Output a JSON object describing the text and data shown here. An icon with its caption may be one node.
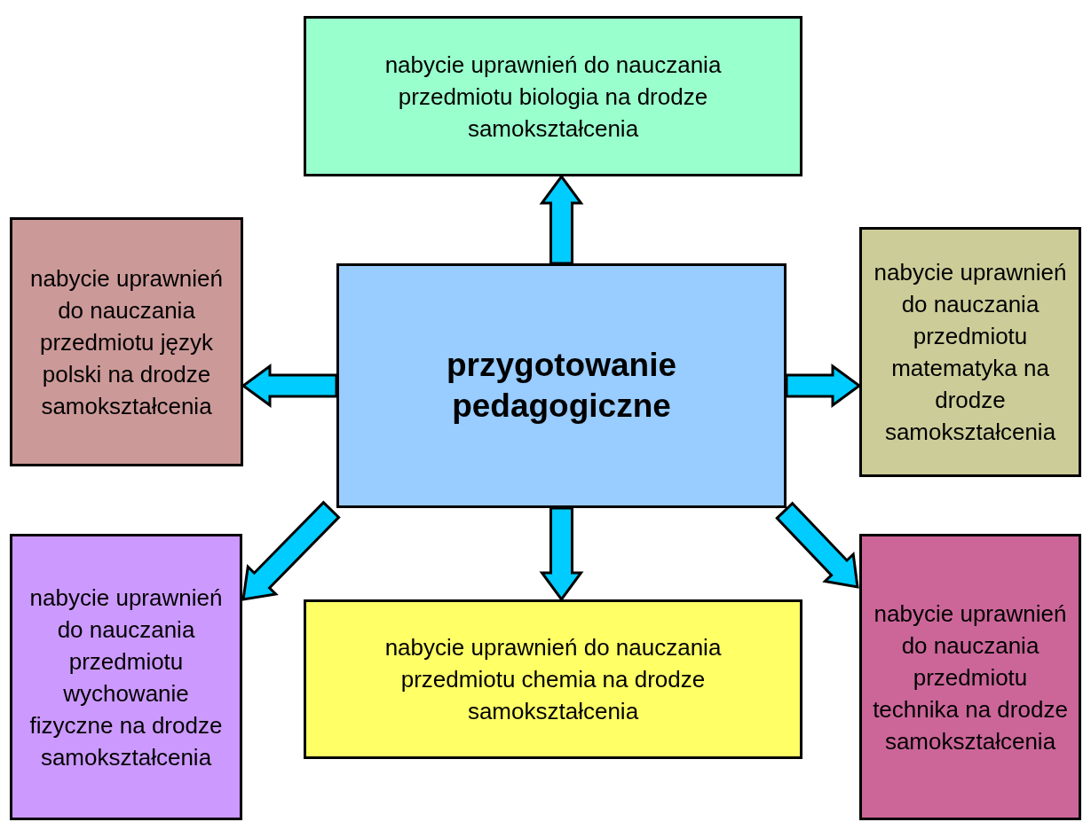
{
  "diagram": {
    "nodes": [
      {
        "text": [
          "nabycie uprawnień do nauczania przedmiotu biologia na drodze samokształcenia"
        ]
      },
      {
        "text": [
          "nabycie uprawnień do nauczania przedmiotu język polski na drodze samokształcenia"
        ]
      },
      {
        "text": [
          "przygotowanie pedagogiczne"
        ]
      },
      {
        "text": [
          "nabycie uprawnień do nauczania przedmiotu matematyka na drodze samokształcenia"
        ]
      },
      {
        "text": [
          "nabycie uprawnień do nauczania przedmiotu wychowanie fizyczne na drodze samokształcenia"
        ]
      },
      {
        "text": [
          "nabycie uprawnień do nauczania przedmiotu chemia na drodze samokształcenia"
        ]
      },
      {
        "text": [
          "nabycie uprawnień do nauczania przedmiotu technika na drodze samokształcenia"
        ]
      }
    ],
    "edges": [
      {
        "from": 2,
        "to": 0,
        "arrow": "to"
      },
      {
        "from": 2,
        "to": 1,
        "arrow": "to"
      },
      {
        "from": 2,
        "to": 3,
        "arrow": "to"
      },
      {
        "from": 2,
        "to": 4,
        "arrow": "to"
      },
      {
        "from": 2,
        "to": 5,
        "arrow": "to"
      },
      {
        "from": 2,
        "to": 6,
        "arrow": "to"
      }
    ]
  }
}
